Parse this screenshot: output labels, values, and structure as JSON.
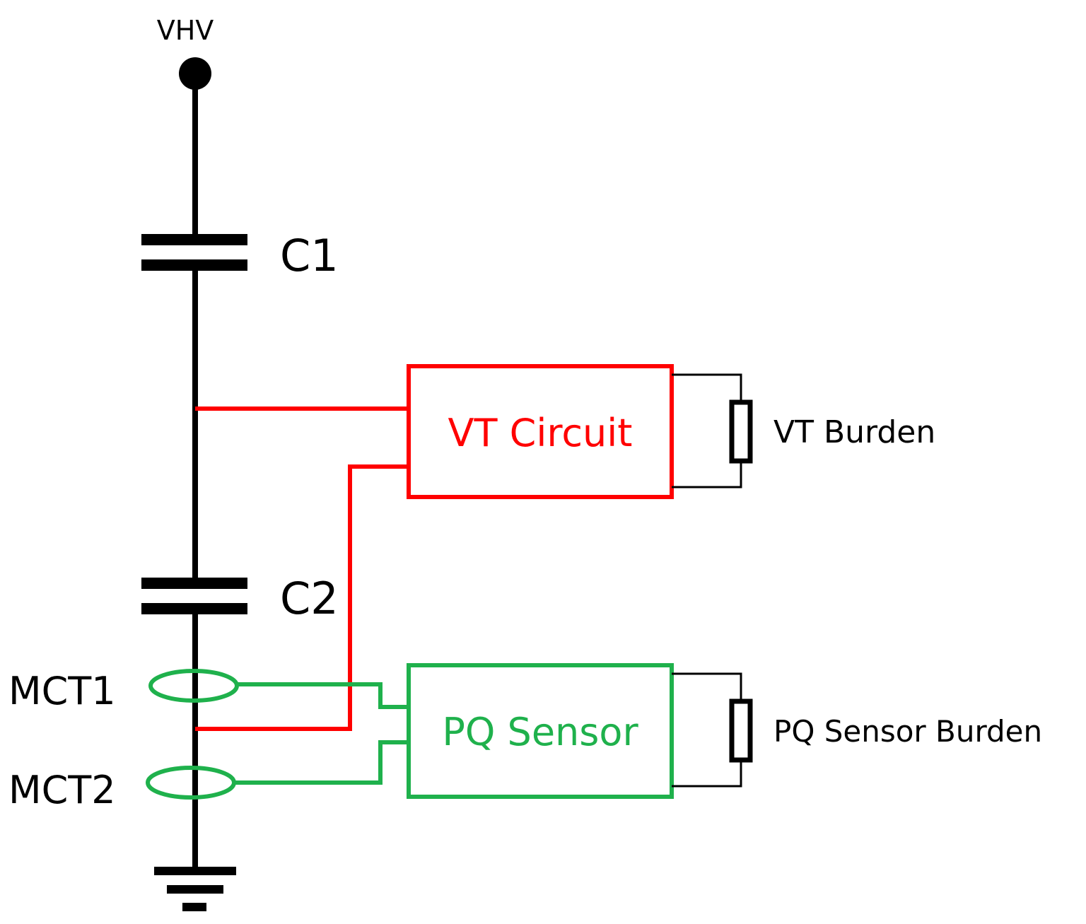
{
  "labels": {
    "vhv": "VHV",
    "c1": "C1",
    "c2": "C2",
    "mct1": "MCT1",
    "mct2": "MCT2",
    "vt_circuit": "VT Circuit",
    "vt_burden": "VT Burden",
    "pq_sensor": "PQ Sensor",
    "pq_sensor_burden": "PQ Sensor Burden"
  },
  "colors": {
    "main_wire": "#000000",
    "vt": "#ff0000",
    "pq": "#1fb14c"
  }
}
